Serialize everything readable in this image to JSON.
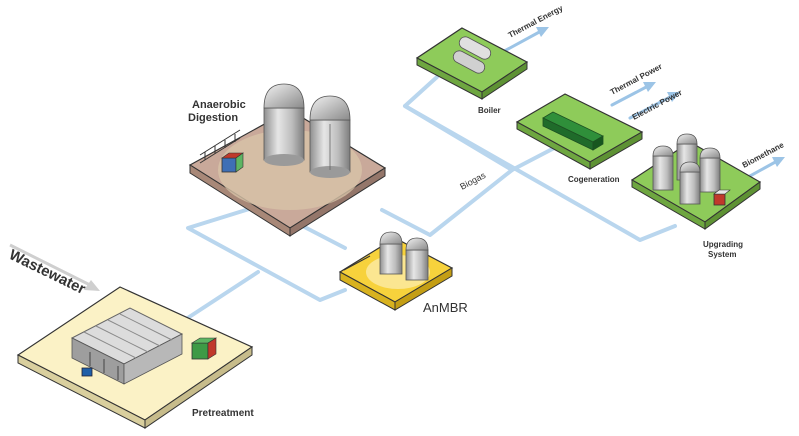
{
  "labels": {
    "wastewater": "Wastewater",
    "pretreatment": "Pretreatment",
    "anaerobic_line1": "Anaerobic",
    "anaerobic_line2": "Digestion",
    "anmbr": "AnMBR",
    "biogas": "Biogas",
    "boiler": "Boiler",
    "cogeneration": "Cogeneration",
    "upgrading_line1": "Upgrading",
    "upgrading_line2": "System",
    "thermal_energy": "Thermal Energy",
    "thermal_power": "Thermal Power",
    "electric_power": "Electric Power",
    "biomethane": "Biomethane"
  },
  "colors": {
    "pipe": "#b9d6ee",
    "pipe_arrow": "#9cc4e6",
    "wastewater_arrow": "#cfcfcf",
    "pretreatment_pad": "#fbf2c6",
    "digestion_pad": "#c9a99a",
    "anmbr_pad": "#f7d23c",
    "green_pad": "#8ecb5a",
    "tank": "#c9c9c9"
  }
}
